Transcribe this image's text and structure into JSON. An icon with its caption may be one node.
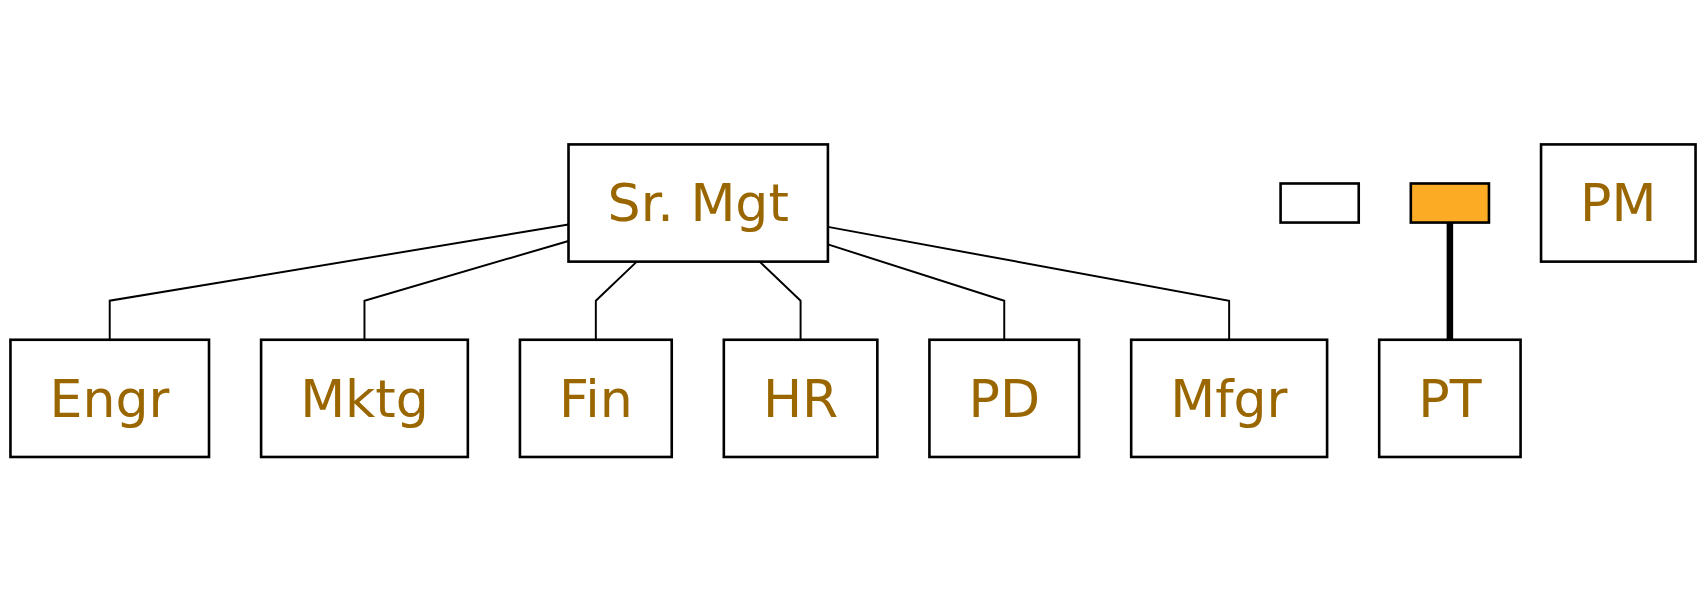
{
  "diagram": {
    "nodes": [
      {
        "text": [
          "Sr. Mgt"
        ]
      },
      {
        "text": [],
        "shape": "box"
      },
      {
        "text": [
          "Engr"
        ]
      },
      {
        "text": [
          "Mktg"
        ]
      },
      {
        "text": [
          "Fin"
        ]
      },
      {
        "text": [
          "HR"
        ]
      },
      {
        "text": [
          "PD"
        ]
      },
      {
        "text": [
          "Mfgr"
        ]
      },
      {
        "text": [],
        "shape": "box"
      },
      {
        "text": [
          "PM"
        ]
      },
      {
        "text": [
          "PT"
        ]
      }
    ],
    "edges": [
      {
        "from": 0,
        "to": 2,
        "arrow": "none"
      },
      {
        "from": 0,
        "to": 3,
        "arrow": "none"
      },
      {
        "from": 0,
        "to": 4,
        "arrow": "none"
      },
      {
        "from": 0,
        "to": 5,
        "arrow": "none"
      },
      {
        "from": 0,
        "to": 6,
        "arrow": "none"
      },
      {
        "from": 0,
        "to": 7,
        "arrow": "none"
      },
      {
        "from": 8,
        "to": 10,
        "arrow": "none",
        "style": "thick"
      }
    ]
  }
}
